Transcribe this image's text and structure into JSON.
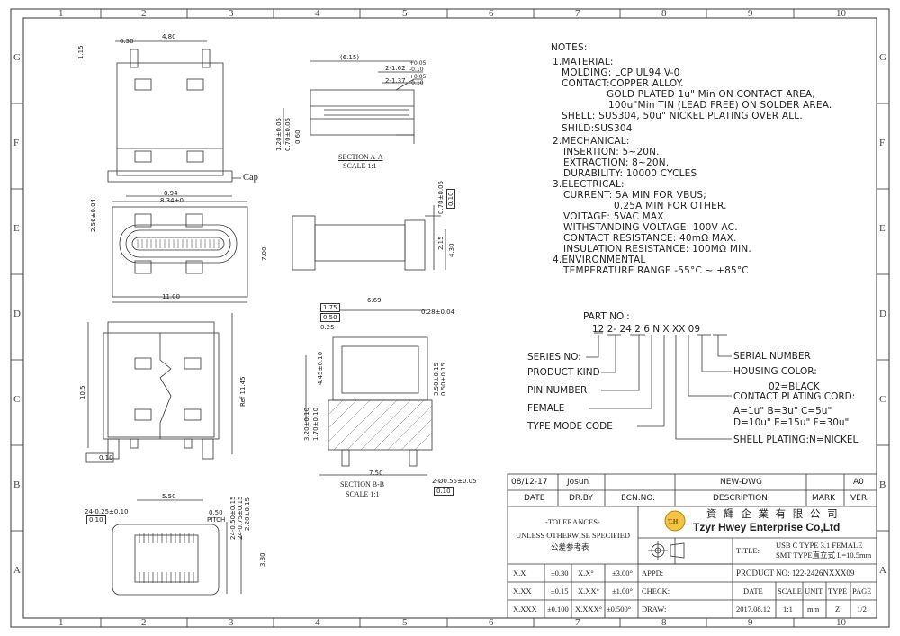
{
  "border": {
    "columns": [
      "1",
      "2",
      "3",
      "4",
      "5",
      "6",
      "7",
      "8",
      "9",
      "10"
    ],
    "rows": [
      "G",
      "F",
      "E",
      "D",
      "C",
      "B",
      "A"
    ]
  },
  "notes": {
    "heading": "NOTES:",
    "lines": [
      "1.MATERIAL:",
      "MOLDING: LCP UL94 V-0",
      "CONTACT:COPPER ALLOY.",
      "GOLD PLATED 1u\" Min ON CONTACT AREA,",
      "100u\"Min TIN (LEAD FREE) ON SOLDER AREA.",
      "SHELL: SUS304, 50u\" NICKEL PLATING OVER ALL.",
      "SHILD:SUS304",
      "2.MECHANICAL:",
      "INSERTION: 5~20N.",
      "EXTRACTION: 8~20N.",
      "DURABILITY: 10000 CYCLES",
      "3.ELECTRICAL:",
      "CURRENT: 5A MIN FOR VBUS;",
      "0.25A MIN FOR OTHER.",
      "VOLTAGE: 5VAC MAX",
      "WITHSTANDING VOLTAGE: 100V AC.",
      "CONTACT RESISTANCE: 40mΩ MAX.",
      "INSULATION RESISTANCE: 100MΩ MIN.",
      "4.ENVIRONMENTAL",
      "TEMPERATURE RANGE -55°C ~ +85°C"
    ]
  },
  "part_no": {
    "title": "PART NO.:",
    "code": "12  2-  24  2  6  N  X  XX  09",
    "series_no": "SERIES NO:",
    "product_kind": "PRODUCT KIND",
    "pin_number": "PIN NUMBER",
    "female": "FEMALE",
    "type_mode": "TYPE MODE CODE",
    "serial_number": "SERIAL NUMBER",
    "housing_color": "HOUSING COLOR:",
    "black": "02=BLACK",
    "contact_plating": "CONTACT PLATING CORD:",
    "plating_opts1": "A=1u\"   B=3u\"   C=5u\"",
    "plating_opts2": "D=10u\" E=15u\" F=30u\"",
    "shell_plating": "SHELL PLATING:N=NICKEL"
  },
  "title_block": {
    "date_val": "08/12-17",
    "drby_val": "Josun",
    "desc_val": "NEW-DWG",
    "ver_val": "A0",
    "h_date": "DATE",
    "h_drby": "DR.BY",
    "h_ecn": "ECN.NO.",
    "h_desc": "DESCRIPTION",
    "h_mark": "MARK",
    "h_ver": "VER.",
    "tol1": "-TOLERANCES-",
    "tol2": "UNLESS OTHERWISE SPECIFIED",
    "tol3": "公差参考表",
    "company_cn": "資 輝 企 業 有 限 公 司",
    "company_en": "Tzyr Hwey Enterprise Co,Ltd",
    "logo": "T.H",
    "title_label": "TITLE:",
    "title1": "USB C TYPE 3.1 FEMALE",
    "title2": "SMT TYPE直立式 L=10.5mm",
    "product_no": "PRODUCT NO: 122-2426NXXX09",
    "r1a": "X.X",
    "r1b": "±0.30",
    "r1c": "X.X°",
    "r1d": "±3.00°",
    "r2a": "X.XX",
    "r2b": "±0.15",
    "r2c": "X.XX°",
    "r2d": "±1.00°",
    "r3a": "X.XXX",
    "r3b": "±0.100",
    "r3c": "X.XXX°",
    "r3d": "±0.500°",
    "appd": "APPD:",
    "check": "CHECK:",
    "draw": "DRAW:",
    "h_date2": "DATE",
    "h_scale": "SCALE",
    "h_unit": "UNIT",
    "h_type": "TYPE",
    "h_page": "PAGE",
    "v_date": "2017.08.12",
    "v_scale": "1:1",
    "v_unit": "mm",
    "v_type": "Z",
    "v_page": "1/2"
  },
  "dimensions": {
    "d480": "4.80",
    "d050": "0.50",
    "d115": "1.15",
    "cap": "Cap",
    "d894": "8.94",
    "d834": "8.34±0",
    "d256": "2.56±0.04",
    "d700": "7.00",
    "d1100": "11.00",
    "d105": "10.5",
    "dref": "Ref 11.45",
    "flat": "0.10",
    "d550": "5.50",
    "d24a": "24-0.25±0.10",
    "d050p": "0.50",
    "pitch": "PITCH",
    "pos010": "0.10",
    "d24b": "24-0.50±0.15",
    "d24c": "24-0.75±0.15",
    "d220": "2.20±0.15",
    "d380": "3.80",
    "d615": "(6.15)",
    "d162": "2-1.62",
    "d137": "2-1.37",
    "tolp": "+0.05",
    "tolm": "-0.10",
    "d120": "1.20±0.05",
    "d070": "0.70±0.05",
    "d060": "0.60",
    "sec_a": "SECTION A-A",
    "scale_a": "SCALE 1:1",
    "d070b": "0.70±0.05",
    "pos010b": "0.10",
    "d215": "2.15",
    "d430": "4.30",
    "d669": "6.69",
    "d175": "1.75",
    "d050b": "0.50",
    "d025": "0.25",
    "d028": "0.28±0.04",
    "d445": "4.45±0.10",
    "d350": "3.50±0.15",
    "d050c": "0.50±0.15",
    "d320": "3.20±0.10",
    "d170": "1.70±0.10",
    "d750": "7.50",
    "d055": "2-Ø0.55±0.05",
    "pos010c": "0.10",
    "sec_b": "SECTION B-B",
    "scale_b": "SCALE 1:1"
  }
}
